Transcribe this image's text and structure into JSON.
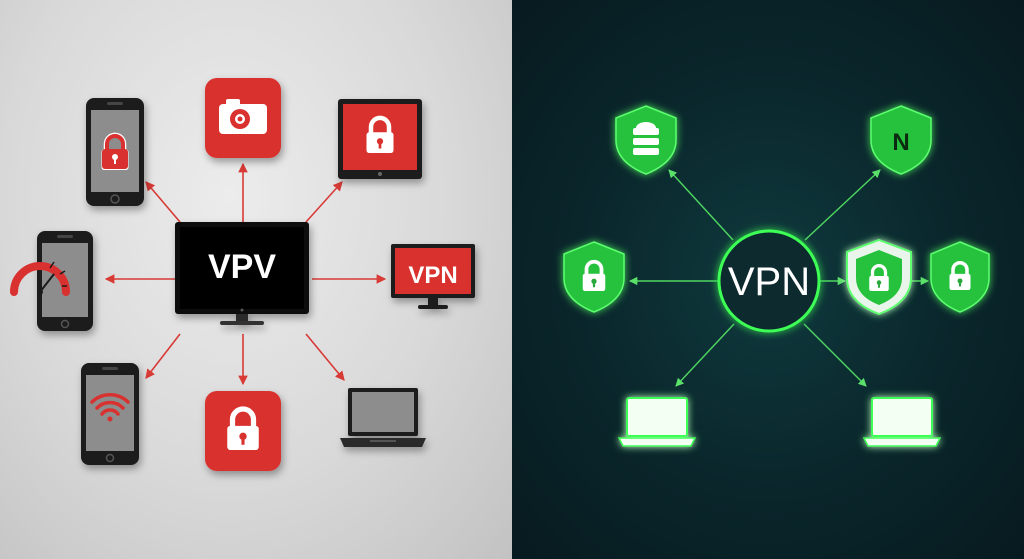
{
  "left": {
    "hub_label": "VPV",
    "monitor_label": "VPN",
    "colors": {
      "accent": "#d9312f",
      "line": "#d83a36",
      "device": "#1b1b1b",
      "screen": "#8d8d8d"
    }
  },
  "right": {
    "hub_label": "VPN",
    "shield_letter": "N",
    "colors": {
      "accent": "#27c23c",
      "glow": "#3cff55",
      "line": "#4fd860"
    }
  },
  "icons": [
    "smartphone-icon",
    "camera-icon",
    "tablet-icon",
    "gauge-icon",
    "monitor-icon",
    "wifi-icon",
    "lock-icon",
    "laptop-icon",
    "shield-icon"
  ]
}
